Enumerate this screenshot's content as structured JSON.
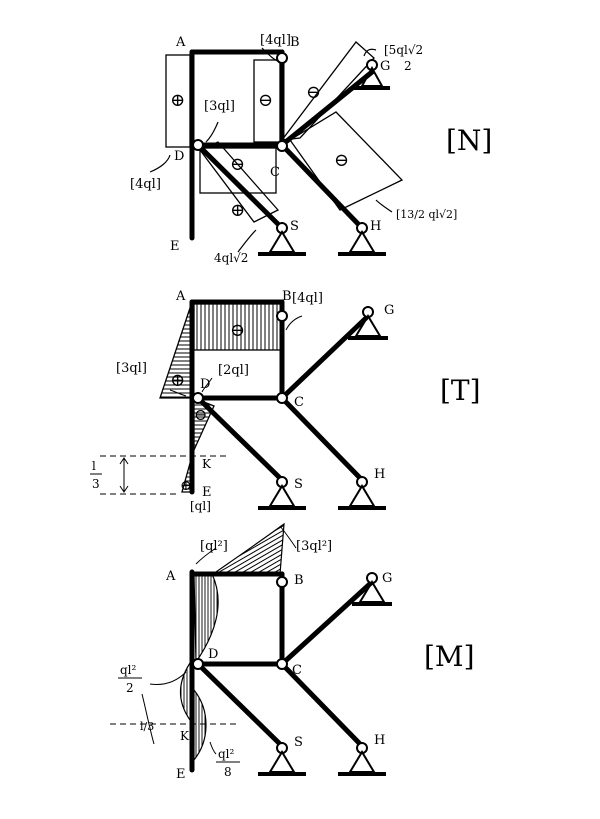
{
  "panels": {
    "N": {
      "title": "[N]",
      "points": {
        "A": "A",
        "B": "B",
        "C": "C",
        "D": "D",
        "E": "E",
        "G": "G",
        "H": "H",
        "S": "S"
      },
      "labels": {
        "b_load": "[4ql]",
        "mid": "[3ql]",
        "d_left": "[4ql]",
        "s_load": "4ql√2",
        "g_load_num": "[5ql√2",
        "g_load_den": "2",
        "h_load": "[13/2 ql√2]"
      },
      "signs": {
        "ab": "⊕",
        "bc": "⊖",
        "dc": "⊖",
        "ds": "⊕",
        "cg": "⊖",
        "ch": "⊖"
      }
    },
    "T": {
      "title": "[T]",
      "points": {
        "A": "A",
        "B": "B",
        "C": "C",
        "D": "D",
        "E": "E",
        "G": "G",
        "H": "H",
        "S": "S",
        "K": "K"
      },
      "labels": {
        "b_shear": "[4ql]",
        "d_shear": "[2ql]",
        "left_shear": "[3ql]",
        "e_shear": "[ql]",
        "dim_num": "l",
        "dim_den": "3"
      },
      "signs": {
        "ab_top": "⊖",
        "ad_left": "⊕",
        "de_left": "⊖",
        "ke": "⊕"
      }
    },
    "M": {
      "title": "[M]",
      "points": {
        "A": "A",
        "B": "B",
        "C": "C",
        "D": "D",
        "E": "E",
        "G": "G",
        "H": "H",
        "S": "S",
        "K": "K"
      },
      "labels": {
        "a_moment": "[ql²]",
        "b_moment": "[3ql²]",
        "d_num": "ql²",
        "d_den": "2",
        "k_num": "ql²",
        "k_den": "8",
        "dim": "l/3"
      }
    }
  }
}
